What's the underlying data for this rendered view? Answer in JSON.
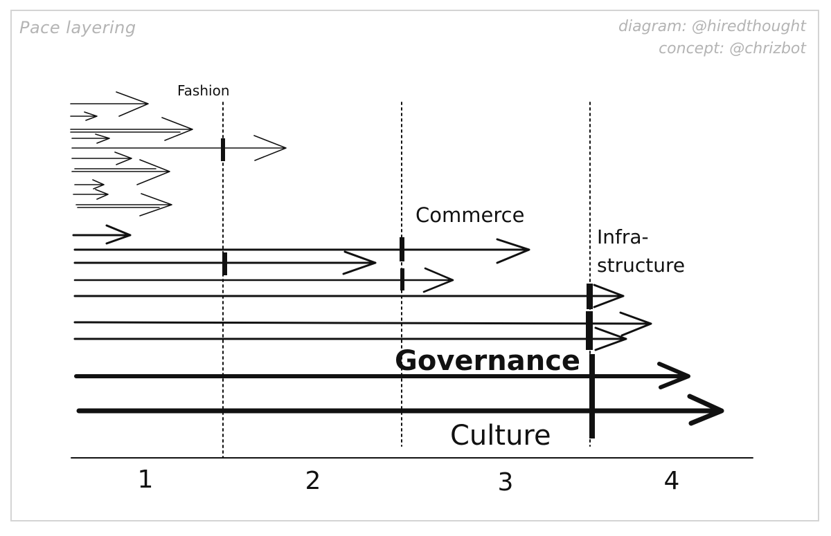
{
  "header": {
    "title": "Pace layering",
    "credit_diagram": "diagram: @hiredthought",
    "credit_concept": "concept: @chrizbot"
  },
  "layers": {
    "fashion": "Fashion",
    "commerce": "Commerce",
    "infrastructure_line1": "Infra-",
    "infrastructure_line2": "structure",
    "governance": "Governance",
    "culture": "Culture"
  },
  "axis": {
    "ticks": [
      "1",
      "2",
      "3",
      "4"
    ]
  },
  "colors": {
    "ink": "#111111",
    "muted": "#b4b4b4",
    "border": "#d4d4d4"
  }
}
